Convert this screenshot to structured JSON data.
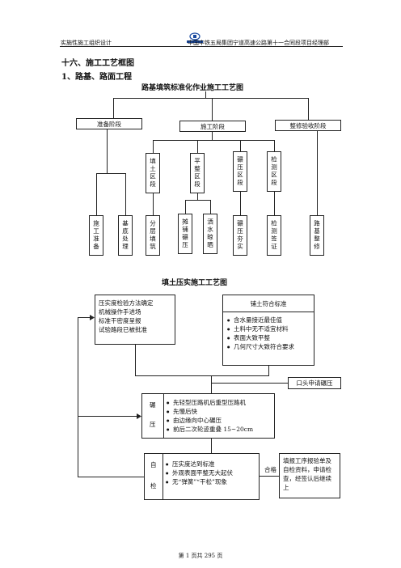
{
  "header": {
    "left": "实施性施工组织设计",
    "logo_text": "中国中铁",
    "right": "中国中铁五局集团宁道高速公路第十一合同段项目经理部"
  },
  "section_title": "十六、施工工艺框图",
  "subsection_title": "1、路基、路面工程",
  "chart1": {
    "title": "路基填筑标准化作业施工工艺图",
    "phases": [
      "准备阶段",
      "施工阶段",
      "整修验收阶段"
    ],
    "sections": [
      "填土区段",
      "平整区段",
      "碾压区段",
      "检测区段"
    ],
    "steps": [
      "施工准备",
      "基底处理",
      "分层填筑",
      "摊铺碾压",
      "洒水晾晒",
      "碾压夯实",
      "检测签证",
      "路基整修"
    ]
  },
  "chart2": {
    "title": "填土压实施工工艺图",
    "prep_lines": [
      "压实度检验方法确定",
      "机械操作手进场",
      "标准干密度呈报",
      "试验路段已被批准"
    ],
    "paving_title": "铺土符合标准",
    "paving_items": [
      "含水量接近最佳值",
      "土料中无不适宜材料",
      "表面大致平整",
      "几何尺寸大致符合要求"
    ],
    "oral_request": "口头申请碾压",
    "compaction_label_1": "碾",
    "compaction_label_2": "压",
    "compaction_items": [
      "先轻型压路机后重型压路机",
      "先慢后快",
      "由边缘向中心碾压",
      "前后二次轮迹重叠 15~20cm"
    ],
    "selfcheck_label_1": "自",
    "selfcheck_label_2": "检",
    "selfcheck_items": [
      "压实度达到标准",
      "外观表面平整无大起伏",
      "无“弹簧”“干松”现象"
    ],
    "pass_label": "合格",
    "report_text": "填报工序报验单及自检资料，申请检查，经签认后继续上"
  },
  "footer": "第 1 页共 295 页"
}
